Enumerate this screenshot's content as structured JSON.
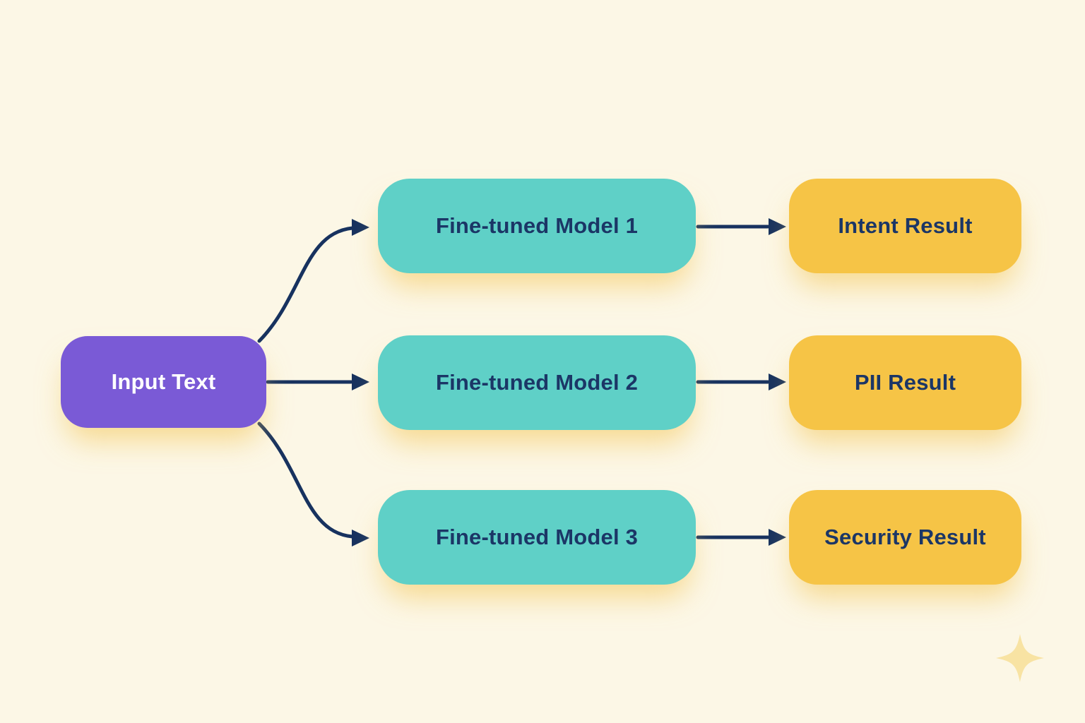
{
  "diagram": {
    "type": "flow-diagram",
    "nodes": {
      "input": {
        "label": "Input Text",
        "role": "source"
      },
      "models": [
        {
          "label": "Fine-tuned Model 1"
        },
        {
          "label": "Fine-tuned Model 2"
        },
        {
          "label": "Fine-tuned Model 3"
        }
      ],
      "results": [
        {
          "label": "Intent Result"
        },
        {
          "label": "PII Result"
        },
        {
          "label": "Security Result"
        }
      ]
    },
    "edges": [
      {
        "from": "Input Text",
        "to": "Fine-tuned Model 1",
        "style": "curved-arrow"
      },
      {
        "from": "Input Text",
        "to": "Fine-tuned Model 2",
        "style": "straight-arrow"
      },
      {
        "from": "Input Text",
        "to": "Fine-tuned Model 3",
        "style": "curved-arrow"
      },
      {
        "from": "Fine-tuned Model 1",
        "to": "Intent Result",
        "style": "straight-arrow"
      },
      {
        "from": "Fine-tuned Model 2",
        "to": "PII Result",
        "style": "straight-arrow"
      },
      {
        "from": "Fine-tuned Model 3",
        "to": "Security Result",
        "style": "straight-arrow"
      }
    ],
    "colors": {
      "background": "#FCF7E6",
      "input_fill": "#7A5AD6",
      "model_fill": "#5FD0C7",
      "result_fill": "#F6C446",
      "arrow": "#17325F",
      "text_dark": "#1B3666",
      "text_light": "#FFFFFF",
      "glow": "#F3C658",
      "sparkle": "#F8E3A3"
    },
    "decoration": {
      "sparkle": "four-pointed-star"
    }
  }
}
